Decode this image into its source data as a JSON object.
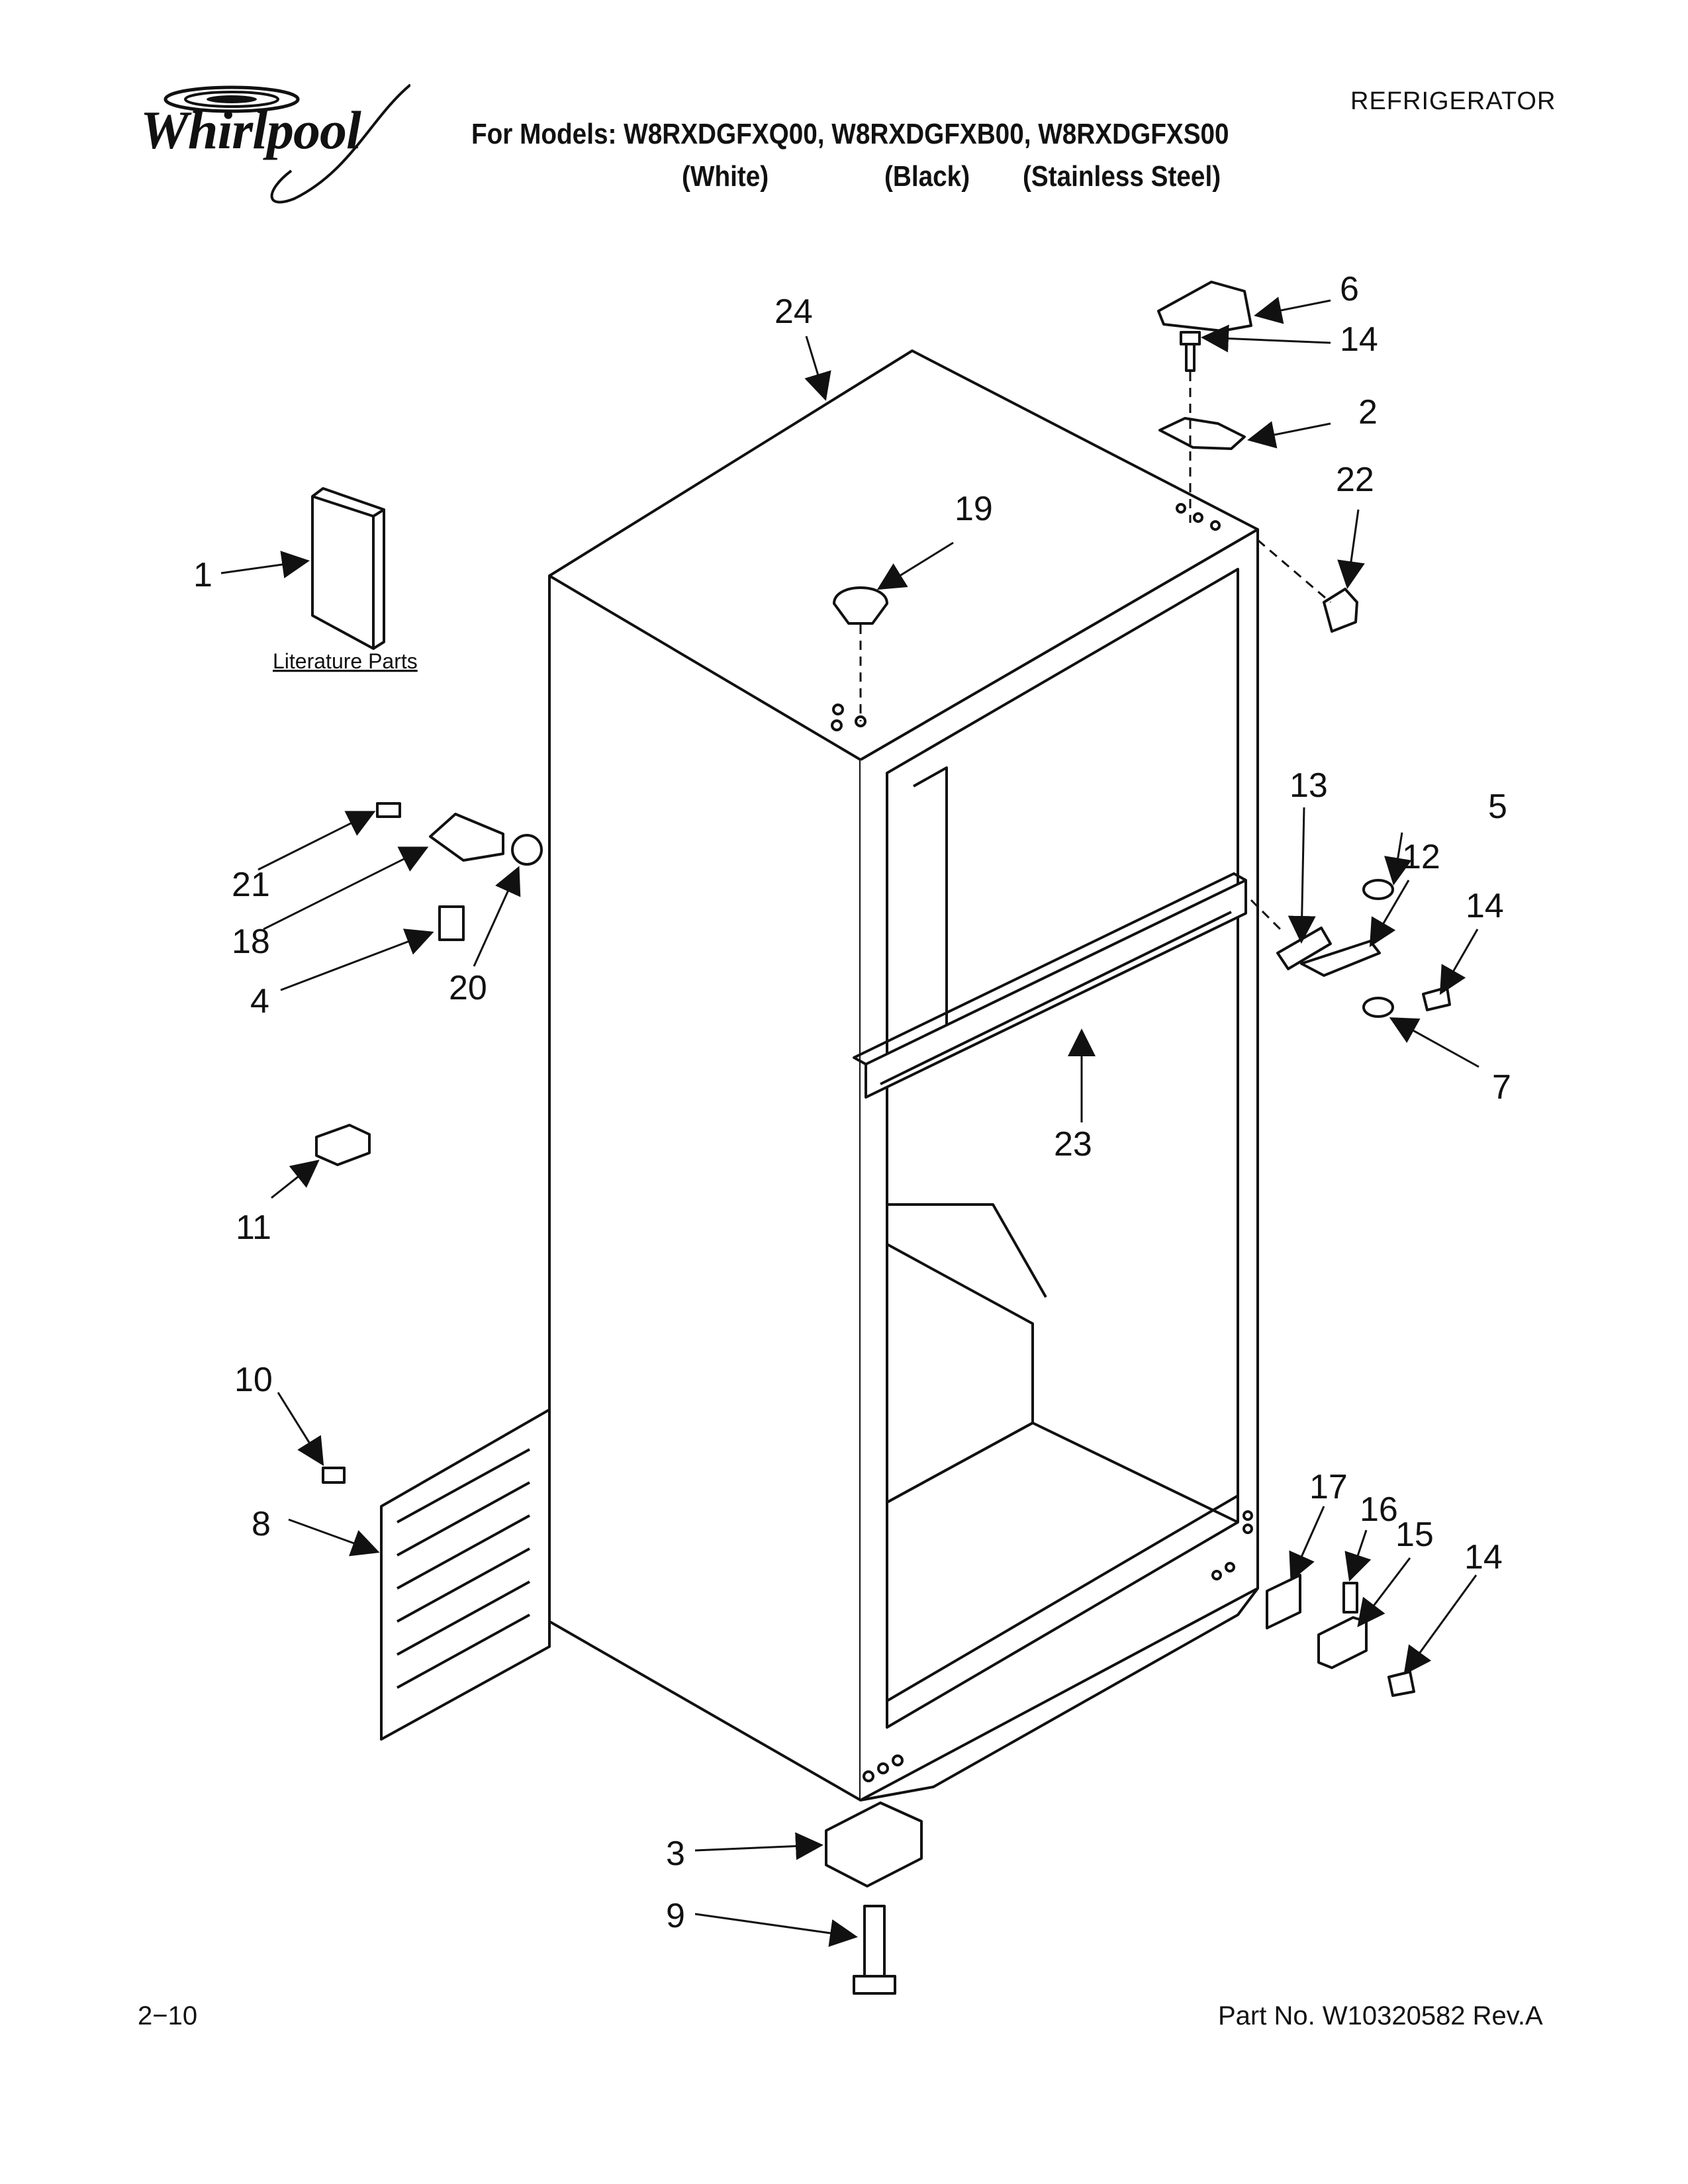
{
  "header": {
    "brand": "Whirlpool",
    "category": "REFRIGERATOR",
    "models_line": "For Models: W8RXDGFXQ00, W8RXDGFXB00, W8RXDGFXS00",
    "finishes": [
      "(White)",
      "(Black)",
      "(Stainless Steel)"
    ]
  },
  "diagram": {
    "literature_label": "Literature Parts",
    "callouts": [
      "1",
      "2",
      "3",
      "4",
      "5",
      "6",
      "7",
      "8",
      "9",
      "10",
      "11",
      "12",
      "13",
      "14",
      "15",
      "16",
      "17",
      "18",
      "19",
      "20",
      "21",
      "22",
      "23",
      "24"
    ]
  },
  "footer": {
    "page_number": "2−10",
    "part_number": "Part No. W10320582 Rev.A"
  }
}
